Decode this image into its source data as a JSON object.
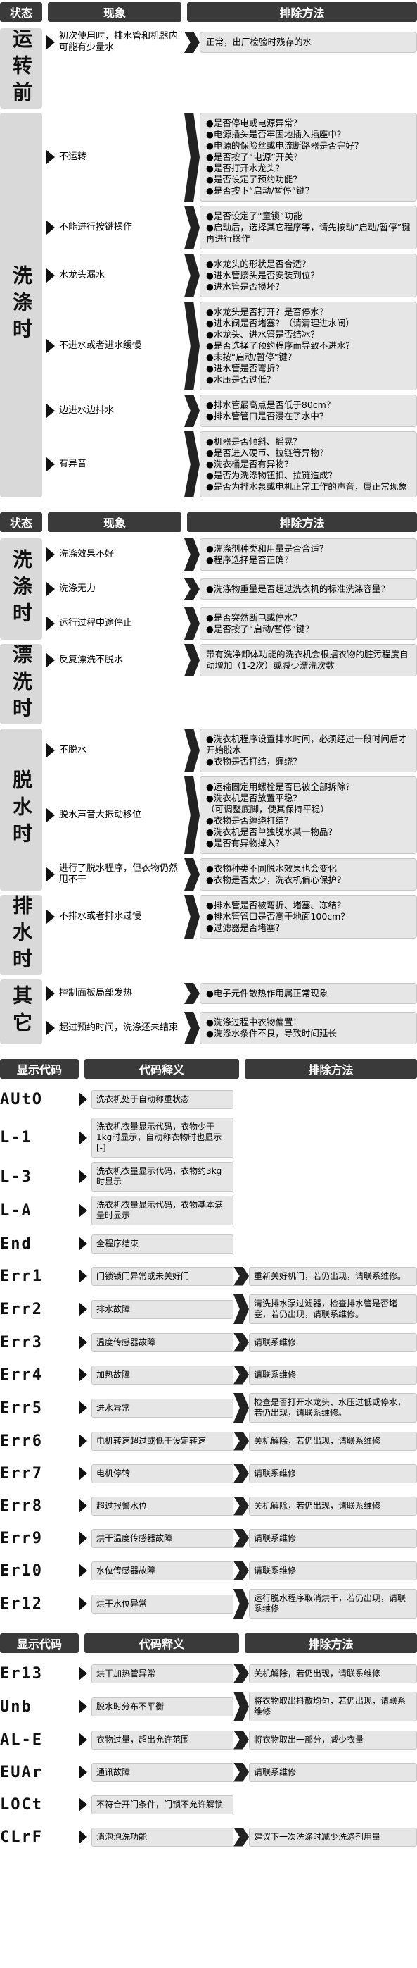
{
  "table1": {
    "headers": {
      "state": "状态",
      "phenomenon": "现象",
      "solution": "排除方法"
    },
    "groups": [
      {
        "state": "运转前",
        "rows": [
          {
            "phenomenon": "初次使用时，排水管和机器内可能有少量水",
            "solution": "正常，出厂检验时残存的水"
          }
        ]
      },
      {
        "state": "洗涤时",
        "rows": [
          {
            "phenomenon": "不运转",
            "solution": "●是否停电或电源异常？\n●电源插头是否牢固地插入插座中？\n●电源的保险丝或电流断路器是否完好？\n●是否按了“电源”开关？\n●是否打开水龙头？\n●是否设定了预约功能？\n●是否按下“启动/暂停”键？"
          },
          {
            "phenomenon": "不能进行按键操作",
            "solution": "●是否设定了“童锁”功能\n●启动后，选择其它程序等，请先按动“启动/暂停”键再进行操作"
          },
          {
            "phenomenon": "水龙头漏水",
            "solution": "●水龙头的形状是否合适？\n●进水管接头是否安装到位？\n●进水管是否损坏？"
          },
          {
            "phenomenon": "不进水或者进水缓慢",
            "solution": "●水龙头是否打开？是否停水？\n●进水阀是否堵塞？（请清理进水阀）\n●水龙头、进水管是否结冰？\n●是否选择了预约程序而导致不进水？\n●未按“启动/暂停”键？\n●进水管是否弯折？\n●水压是否过低？"
          },
          {
            "phenomenon": "边进水边排水",
            "solution": "●排水管最高点是否低于80cm？\n●排水管管口是否浸在了水中？"
          },
          {
            "phenomenon": "有异音",
            "solution": "●机器是否倾斜、摇晃？\n●是否进入硬币、拉链等异物？\n●洗衣桶是否有异物？\n●是否为洗涤物钮扣、拉链造成？\n●是否为排水泵或电机正常工作的声音，属正常现象"
          }
        ]
      }
    ]
  },
  "table2": {
    "headers": {
      "state": "状态",
      "phenomenon": "现象",
      "solution": "排除方法"
    },
    "groups": [
      {
        "state": "洗涤时",
        "rows": [
          {
            "phenomenon": "洗涤效果不好",
            "solution": "●洗涤剂种类和用量是否合适？\n●程序选择是否正确？"
          },
          {
            "phenomenon": "洗涤无力",
            "solution": "●洗涤物重量是否超过洗衣机的标准洗涤容量？"
          },
          {
            "phenomenon": "运行过程中途停止",
            "solution": "●是否突然断电或停水？\n●是否按了“启动/暂停”键？"
          }
        ]
      },
      {
        "state": "漂洗时",
        "rows": [
          {
            "phenomenon": "反复漂洗不脱水",
            "solution": "带有洗净卸体功能的洗衣机会根据衣物的脏污程度自动增加（1-2次）或减少漂洗次数"
          }
        ]
      },
      {
        "state": "脱水时",
        "rows": [
          {
            "phenomenon": "不脱水",
            "solution": "●洗衣机程序设置排水时间，必须经过一段时间后才开始脱水\n●衣物是否打结，缠绕？"
          },
          {
            "phenomenon": "脱水声音大振动移位",
            "solution": "●运输固定用螺栓是否已被全部拆除？\n●洗衣机是否放置平稳？\n（可调整底脚，使其保持平稳）\n●衣物是否缠绕打结？\n●洗衣机是否单独脱水某一物品？\n●是否有异物掉入？"
          },
          {
            "phenomenon": "进行了脱水程序，但衣物仍然甩不干",
            "solution": "●衣物种类不同脱水效果也会变化\n●衣物是否太少，洗衣机偏心保护？"
          }
        ]
      },
      {
        "state": "排水时",
        "rows": [
          {
            "phenomenon": "不排水或者排水过慢",
            "solution": "●排水管是否被弯折、堵塞、冻结？\n●排水管管口是否高于地面100cm？\n●过滤器是否堵塞？"
          }
        ]
      },
      {
        "state": "其它",
        "rows": [
          {
            "phenomenon": "控制面板局部发热",
            "solution": "●电子元件散热作用属正常现象"
          },
          {
            "phenomenon": "超过预约时间，洗涤还未结束",
            "solution": "●洗涤过程中衣物偏置！\n●洗涤水条件不良，导致时间延长"
          }
        ]
      }
    ]
  },
  "codes1": {
    "headers": {
      "code": "显示代码",
      "meaning": "代码释义",
      "fix": "排除方法"
    },
    "rows": [
      {
        "code": "AUtO",
        "meaning": "洗衣机处于自动称重状态",
        "fix": ""
      },
      {
        "code": "L-1",
        "meaning": "洗衣机衣量显示代码，衣物少于1kg时显示，自动称衣物时也显示[-]",
        "fix": ""
      },
      {
        "code": "L-3",
        "meaning": "洗衣机衣量显示代码，衣物约3kg时显示",
        "fix": ""
      },
      {
        "code": "L-A",
        "meaning": "洗衣机衣量显示代码，衣物基本满量时显示",
        "fix": ""
      },
      {
        "code": "End",
        "meaning": "全程序结束",
        "fix": ""
      },
      {
        "code": "Err1",
        "meaning": "门锁锁门异常或未关好门",
        "fix": "重新关好机门，若仍出现，请联系维修。"
      },
      {
        "code": "Err2",
        "meaning": "排水故障",
        "fix": "清洗排水泵过滤器，检查排水管是否堵塞，若仍出现，请联系维修。"
      },
      {
        "code": "Err3",
        "meaning": "温度传感器故障",
        "fix": "请联系维修"
      },
      {
        "code": "Err4",
        "meaning": "加热故障",
        "fix": "请联系维修"
      },
      {
        "code": "Err5",
        "meaning": "进水异常",
        "fix": "检查是否打开水龙头、水压过低或停水，若仍出现，请联系维修。"
      },
      {
        "code": "Err6",
        "meaning": "电机转速超过或低于设定转速",
        "fix": "关机解除，若仍出现，请联系维修"
      },
      {
        "code": "Err7",
        "meaning": "电机停转",
        "fix": "请联系维修"
      },
      {
        "code": "Err8",
        "meaning": "超过报警水位",
        "fix": "关机解除，若仍出现，请联系维修"
      },
      {
        "code": "Err9",
        "meaning": "烘干温度传感器故障",
        "fix": "请联系维修"
      },
      {
        "code": "Er10",
        "meaning": "水位传感器故障",
        "fix": "请联系维修"
      },
      {
        "code": "Er12",
        "meaning": "烘干水位异常",
        "fix": "运行脱水程序取消烘干，若仍出现，请联系维修"
      }
    ]
  },
  "codes2": {
    "headers": {
      "code": "显示代码",
      "meaning": "代码释义",
      "fix": "排除方法"
    },
    "rows": [
      {
        "code": "Er13",
        "meaning": "烘干加热管异常",
        "fix": "关机解除，若仍出现，请联系维修"
      },
      {
        "code": "Unb",
        "meaning": "脱水时分布不平衡",
        "fix": "将衣物取出抖散均匀，若仍出现，请联系维修"
      },
      {
        "code": "AL-E",
        "meaning": "衣物过量，超出允许范围",
        "fix": "将衣物取出一部分，减少衣量"
      },
      {
        "code": "EUAr",
        "meaning": "通讯故障",
        "fix": "请联系维修"
      },
      {
        "code": "LOCt",
        "meaning": "不符合开门条件，门锁不允许解锁",
        "fix": ""
      },
      {
        "code": "CLrF",
        "meaning": "消泡泡洗功能",
        "fix": "建议下一次洗涤时减少洗涤剂用量"
      }
    ]
  }
}
